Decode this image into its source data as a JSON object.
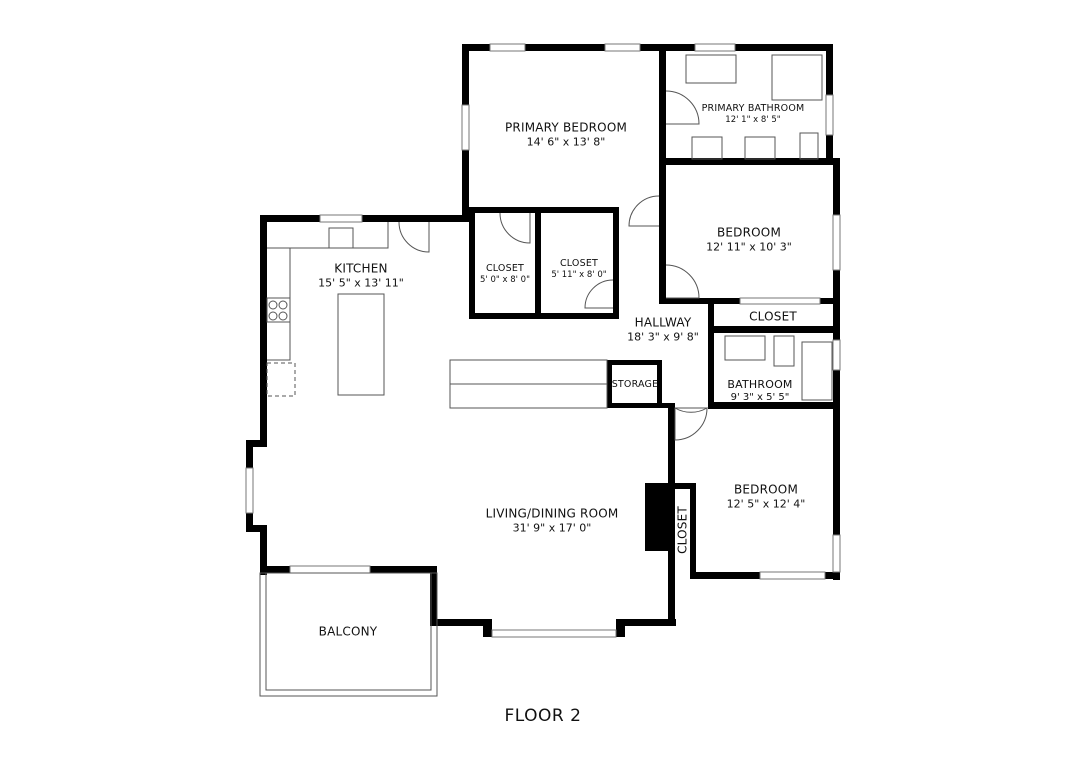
{
  "floor": {
    "title": "FLOOR 2"
  },
  "rooms": {
    "primary_bedroom": {
      "name": "PRIMARY BEDROOM",
      "dims": "14' 6\" x 13' 8\""
    },
    "primary_bathroom": {
      "name": "PRIMARY BATHROOM",
      "dims": "12' 1\" x 8' 5\""
    },
    "kitchen": {
      "name": "KITCHEN",
      "dims": "15' 5\" x 13' 11\""
    },
    "closet_1": {
      "name": "CLOSET",
      "dims": "5' 0\" x 8' 0\""
    },
    "closet_2": {
      "name": "CLOSET",
      "dims": "5' 11\" x 8' 0\""
    },
    "bedroom_upper": {
      "name": "BEDROOM",
      "dims": "12' 11\" x 10' 3\""
    },
    "hallway_closet": {
      "name": "CLOSET"
    },
    "hallway": {
      "name": "HALLWAY",
      "dims": "18' 3\" x 9' 8\""
    },
    "storage": {
      "name": "STORAGE"
    },
    "bathroom": {
      "name": "BATHROOM",
      "dims": "9' 3\" x 5' 5\""
    },
    "bedroom_lower": {
      "name": "BEDROOM",
      "dims": "12' 5\" x 12' 4\""
    },
    "bedroom_lower_closet": {
      "name": "CLOSET"
    },
    "living_dining": {
      "name": "LIVING/DINING ROOM",
      "dims": "31' 9\" x 17' 0\""
    },
    "balcony": {
      "name": "BALCONY"
    }
  },
  "colors": {
    "wall": "#000000",
    "fixture": "#555555",
    "background": "#ffffff"
  }
}
